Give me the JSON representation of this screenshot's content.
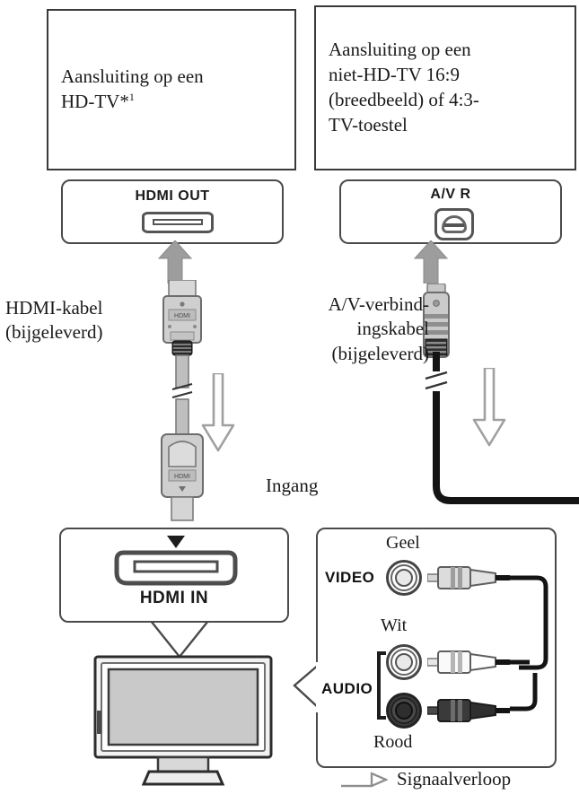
{
  "diagram": {
    "title": "Aansluiting op een TV",
    "language": "nl"
  },
  "headers": [
    {
      "id": "hd-tv",
      "lines": [
        "Aansluiting op een",
        "HD-TV*"
      ],
      "footnote_marker": "1",
      "full_text": "Aansluiting op een HD-TV*1"
    },
    {
      "id": "non-hd-tv",
      "lines": [
        "Aansluiting op een",
        "niet-HD-TV 16:9",
        "(breedbeeld) of 4:3-",
        "TV-toestel"
      ],
      "full_text": "Aansluiting op een niet-HD-TV 16:9 (breedbeeld) of 4:3-TV-toestel"
    }
  ],
  "device_ports": [
    {
      "id": "hdmi-out",
      "label": "HDMI OUT",
      "connector": "hdmi"
    },
    {
      "id": "av-r-out",
      "label": "A/V R",
      "connector": "av-multi"
    }
  ],
  "cables": [
    {
      "id": "hdmi-cable",
      "lines": [
        "HDMI-kabel",
        "(bijgeleverd)"
      ],
      "full_text": "HDMI-kabel (bijgeleverd)"
    },
    {
      "id": "av-cable",
      "lines": [
        "A/V-verbind-",
        "ingskabel",
        "(bijgeleverd)"
      ],
      "full_text": "A/V-verbindingskabel (bijgeleverd)"
    }
  ],
  "tv_side": {
    "input_label": "Ingang",
    "hdmi_in_label": "HDMI IN",
    "jack_groups": [
      {
        "id": "video",
        "signal_label": "VIDEO",
        "jacks": [
          {
            "color_label": "Geel",
            "position": "above",
            "plug": "light"
          }
        ]
      },
      {
        "id": "audio",
        "signal_label": "AUDIO",
        "jacks": [
          {
            "color_label": "Wit",
            "position": "above",
            "plug": "light"
          },
          {
            "color_label": "Rood",
            "position": "below",
            "plug": "dark"
          }
        ]
      }
    ]
  },
  "legend": {
    "icon": "hollow-arrow-icon",
    "label": "Signaalverloop"
  },
  "colors": {
    "line": "#3a3a3a",
    "panel_border": "#4a4a4a",
    "metal": "#b9b9b9",
    "metal_dark": "#8c8c8c",
    "screen": "#c9c9c9",
    "cable_dark": "#141414",
    "flow_arrow_stroke": "#9a9a9a"
  }
}
